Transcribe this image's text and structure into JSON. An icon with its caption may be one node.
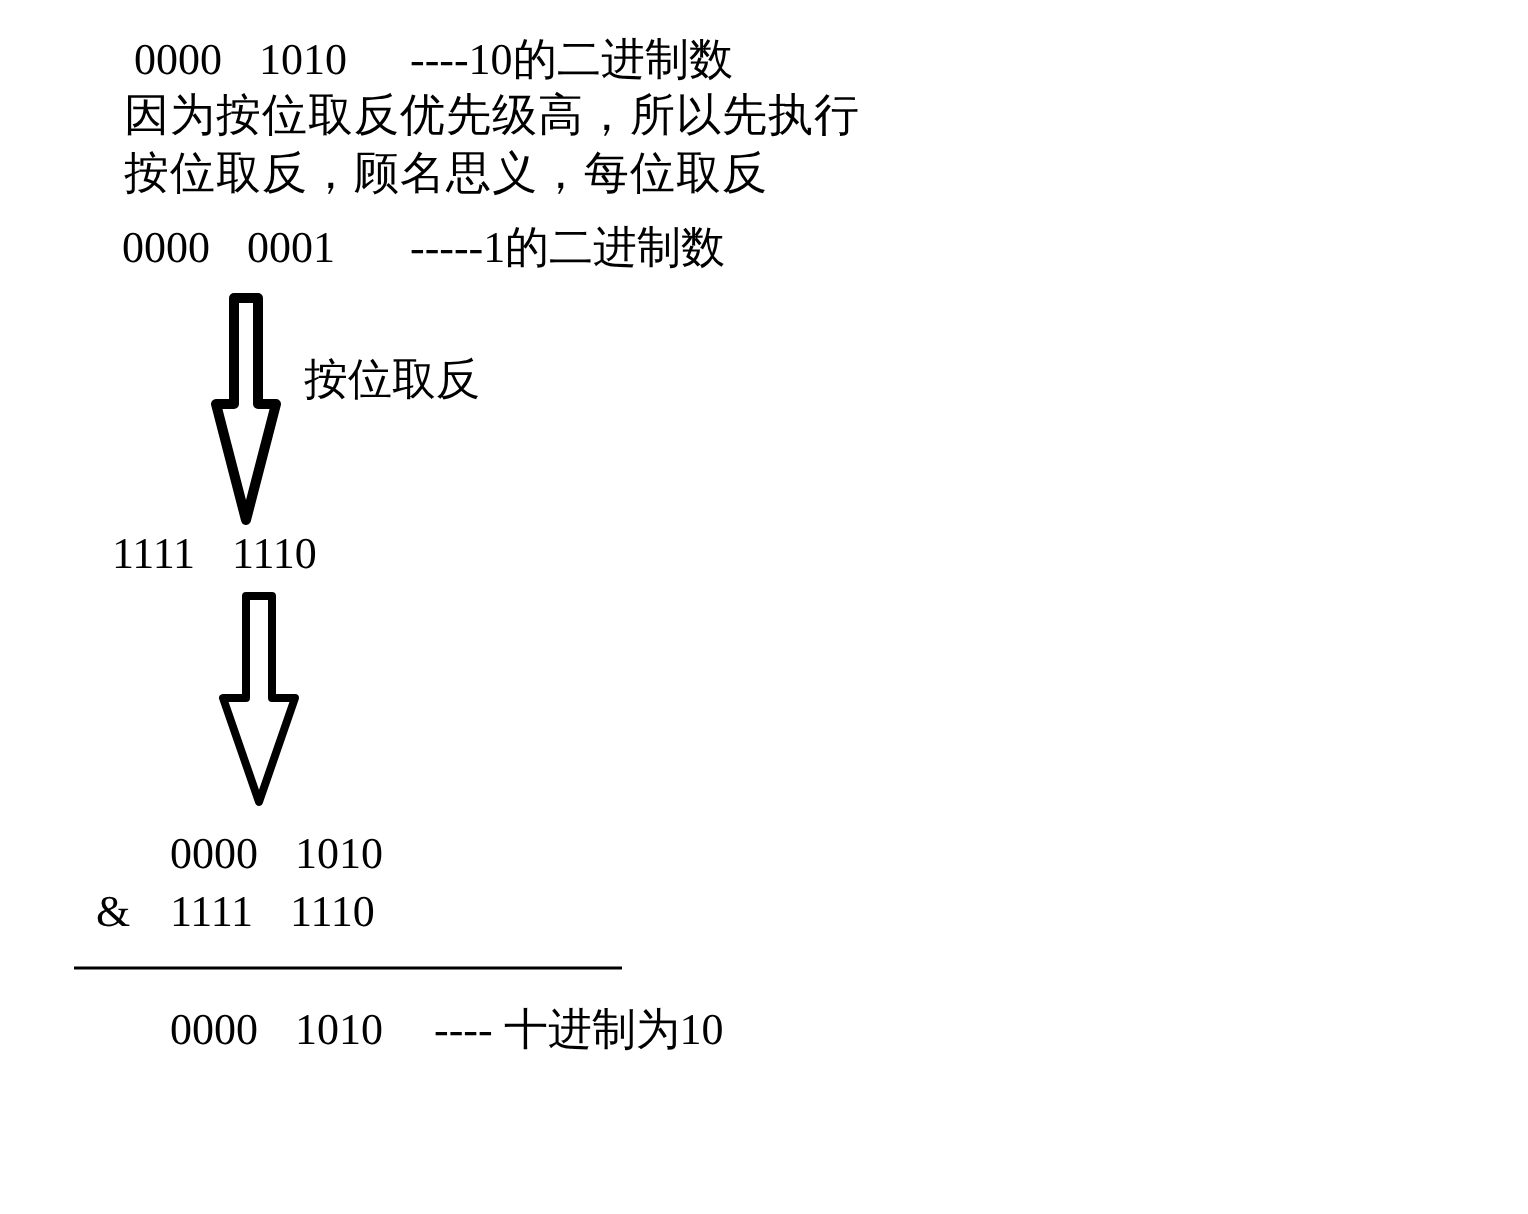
{
  "diagram": {
    "nodes": [
      {
        "text": [
          "0000 0001"
        ],
        "beside": [
          "-----1的二进制数"
        ]
      },
      {
        "text": [
          "1111 1110"
        ]
      },
      {
        "text": [
          "0000 1010",
          "&",
          "1111 1110"
        ]
      }
    ],
    "edges": [
      {
        "from": 0,
        "to": 1,
        "arrow": "to",
        "label": "按位取反"
      },
      {
        "from": 1,
        "to": 2,
        "arrow": "to"
      }
    ],
    "labels": [
      "0000 1010",
      "----10的二进制数",
      "因为按位取反优先级高，所以先执行按位取反，顾名思义，每位取反",
      "0000 1010",
      "---- 十进制为10"
    ]
  }
}
